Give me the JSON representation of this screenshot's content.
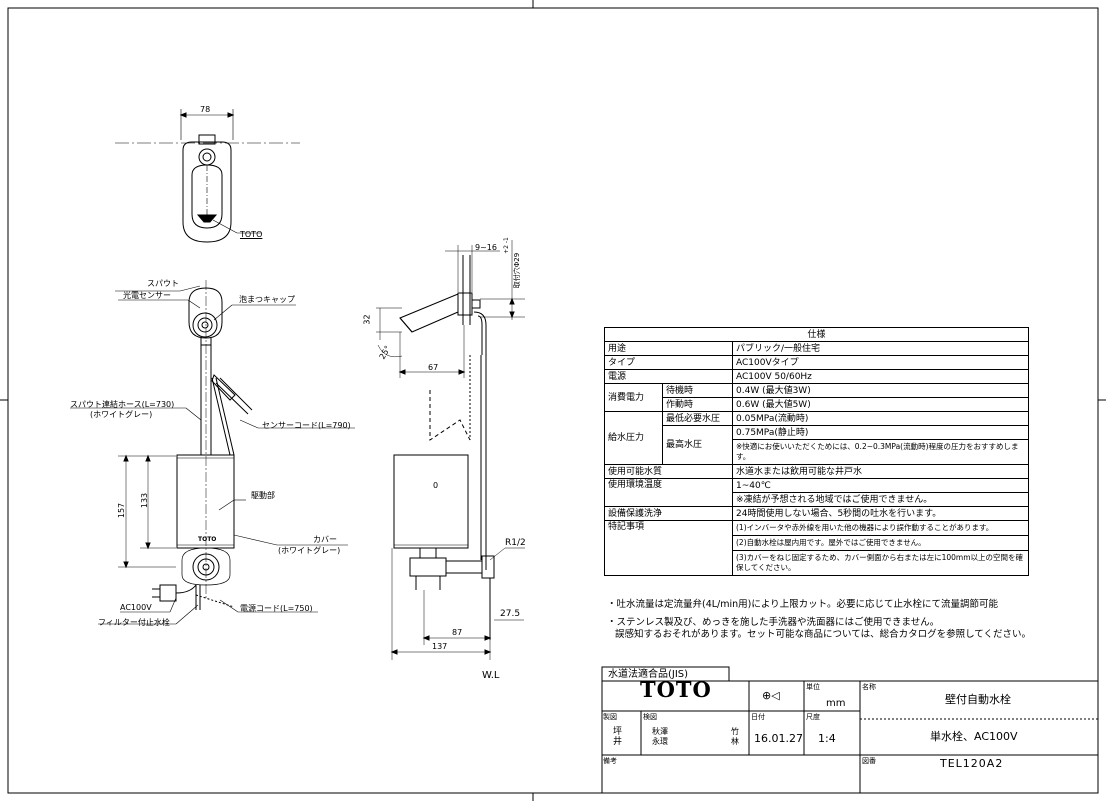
{
  "plan_view": {
    "width_dim": "78",
    "logo_label": "TOTO"
  },
  "front_view": {
    "labels": {
      "spout": "スパウト",
      "sensor": "光電センサー",
      "aerator": "泡まつキャップ",
      "hose": "スパウト連結ホース(L=730)",
      "hose_color": "(ホワイトグレー)",
      "sensor_cord": "センサーコード(L=790)",
      "drive": "駆動部",
      "cover": "カバー",
      "cover_color": "(ホワイトグレー)",
      "ac": "AC100V",
      "filter_valve": "フィルター付止水栓",
      "power_cord": "電源コード(L=750)",
      "unit_logo": "TOTO"
    },
    "dims": {
      "outer_height": "157",
      "inner_height": "133"
    }
  },
  "side_view": {
    "dims": {
      "gap": "9~16",
      "hole": "取付穴Φ29",
      "hole_tol": "+2 -1",
      "spout_h": "32",
      "angle": "25°",
      "reach": "67",
      "thread": "R1/2",
      "offset": "27.5",
      "depth_a": "87",
      "depth_b": "137"
    },
    "marks": {
      "zero": "0",
      "water_line": "W.L"
    }
  },
  "spec": {
    "title": "仕様",
    "rows": [
      {
        "label": "用途",
        "value": "パブリック/一般住宅"
      },
      {
        "label": "タイプ",
        "value": "AC100Vタイプ"
      },
      {
        "label": "電源",
        "value": "AC100V 50/60Hz"
      }
    ],
    "power": {
      "label": "消費電力",
      "standby_label": "待機時",
      "standby": "0.4W (最大値3W)",
      "active_label": "作動時",
      "active": "0.6W (最大値5W)"
    },
    "pressure": {
      "label": "給水圧力",
      "min_label": "最低必要水圧",
      "min": "0.05MPa(流動時)",
      "max_label": "最高水圧",
      "max": "0.75MPa(静止時)",
      "note": "※快適にお使いいただくためには、0.2~0.3MPa(流動時)程度の圧力をおすすめします。"
    },
    "water": {
      "label": "使用可能水質",
      "value": "水道水または飲用可能な井戸水"
    },
    "temp": {
      "label": "使用環境温度",
      "value": "1~40℃",
      "note": "※凍結が予想される地域ではご使用できません。"
    },
    "flush": {
      "label": "設備保護洗浄",
      "value": "24時間使用しない場合、5秒間の吐水を行います。"
    },
    "special": {
      "label": "特記事項",
      "items": [
        "(1)インバータや赤外線を用いた他の機器により誤作動することがあります。",
        "(2)自動水栓は屋内用です。屋外ではご使用できません。",
        "(3)カバーをねじ固定するため、カバー側面から右または左に100mm以上の空間を確保してください。"
      ]
    }
  },
  "notes": [
    "・吐水流量は定流量弁(4L/min用)により上限カット。必要に応じて止水栓にて流量調節可能",
    "・ステンレス製及び、めっきを施した手洗器や洗面器にはご使用できません。",
    "誤感知するおそれがあります。セット可能な商品については、総合カタログを参照してください。"
  ],
  "title_block": {
    "cert": "水道法適合品(JIS)",
    "brand": "TOTO",
    "unit_label": "単位",
    "unit": "mm",
    "name_label": "名称",
    "name": "壁付自動水栓",
    "drafted_label": "製図",
    "checked_label": "検図",
    "date_label": "日付",
    "scale_label": "尺度",
    "drafter": "坪井",
    "checker": "秋澤 永環",
    "approver": "竹林",
    "date": "16.01.27",
    "scale": "1:4",
    "subtitle": "単水栓、AC100V",
    "remarks_label": "備考",
    "drawing_no_label": "図番",
    "drawing_no": "TEL120A2"
  }
}
